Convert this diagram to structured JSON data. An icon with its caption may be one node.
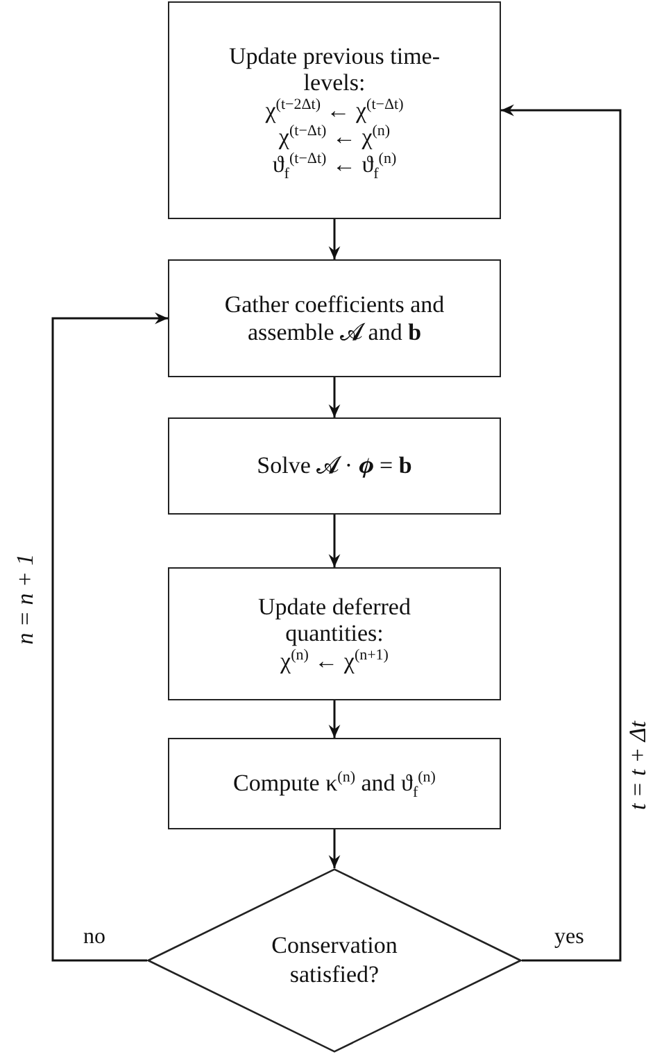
{
  "diagram": {
    "nodes": [
      {
        "text": [
          "Update previous time-levels:",
          "χ$^{(t−2Δt)}$ ← χ$^{(t−Δt)}$",
          "χ$^{(t−Δt)}$ ← χ$^{(n)}$",
          "ϑ$_{f}$$^{(t−Δt)}$ ← ϑ$_{f}$$^{(n)}$"
        ]
      },
      {
        "text": [
          "Gather coefficients and assemble 𝓐 and **b**"
        ]
      },
      {
        "text": [
          "Solve 𝓐 · 𝝓 = **b**"
        ]
      },
      {
        "text": [
          "Update deferred quantities:",
          "χ$^{(n)}$ ← χ$^{(n+1)}$"
        ]
      },
      {
        "text": [
          "Compute κ$^{(n)}$ and ϑ$_{f}$$^{(n)}$"
        ]
      },
      {
        "text": [
          "Conservation satisfied?"
        ]
      }
    ],
    "edges": [
      {
        "from": 0,
        "to": 1,
        "arrow": "to"
      },
      {
        "from": 1,
        "to": 2,
        "arrow": "to"
      },
      {
        "from": 2,
        "to": 3,
        "arrow": "to"
      },
      {
        "from": 3,
        "to": 4,
        "arrow": "to"
      },
      {
        "from": 4,
        "to": 5,
        "arrow": "to"
      },
      {
        "from": 5,
        "to": 1,
        "arrow": "to",
        "label": "no"
      },
      {
        "from": 5,
        "to": 0,
        "arrow": "to",
        "label": "yes"
      }
    ],
    "labels": [
      "n = n + 1",
      "t = t + Δt"
    ]
  }
}
